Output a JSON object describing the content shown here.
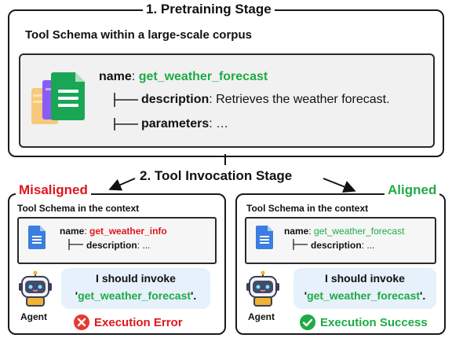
{
  "pretraining": {
    "stage_title": "1. Pretraining Stage",
    "subheading": "Tool Schema within a large-scale corpus",
    "schema": {
      "name_key": "name",
      "name_value": "get_weather_forecast",
      "desc_key": "description",
      "desc_value": "Retrieves the weather forecast.",
      "params_key": "parameters",
      "params_value": "…"
    }
  },
  "invocation": {
    "stage_title": "2. Tool Invocation Stage",
    "left": {
      "tag": "Misaligned",
      "subheading": "Tool Schema in the context",
      "name_key": "name",
      "name_value": "get_weather_info",
      "desc_key": "description",
      "desc_value": "...",
      "bubble_line1": "I should invoke",
      "bubble_quote_open": "'",
      "bubble_tool": "get_weather_forecast",
      "bubble_quote_close": "'.",
      "agent_label": "Agent",
      "status": "Execution Error"
    },
    "right": {
      "tag": "Aligned",
      "subheading": "Tool Schema in the context",
      "name_key": "name",
      "name_value": "get_weather_forecast",
      "desc_key": "description",
      "desc_value": "...",
      "bubble_line1": "I should invoke",
      "bubble_quote_open": "'",
      "bubble_tool": "get_weather_forecast",
      "bubble_quote_close": "'.",
      "agent_label": "Agent",
      "status": "Execution Success"
    }
  },
  "colors": {
    "green": "#1faa45",
    "red": "#e0161e",
    "bubble": "#e6f1fb"
  },
  "icons": [
    "document-stack-icon",
    "document-icon",
    "robot-agent-icon",
    "error-x-icon",
    "success-check-icon"
  ]
}
